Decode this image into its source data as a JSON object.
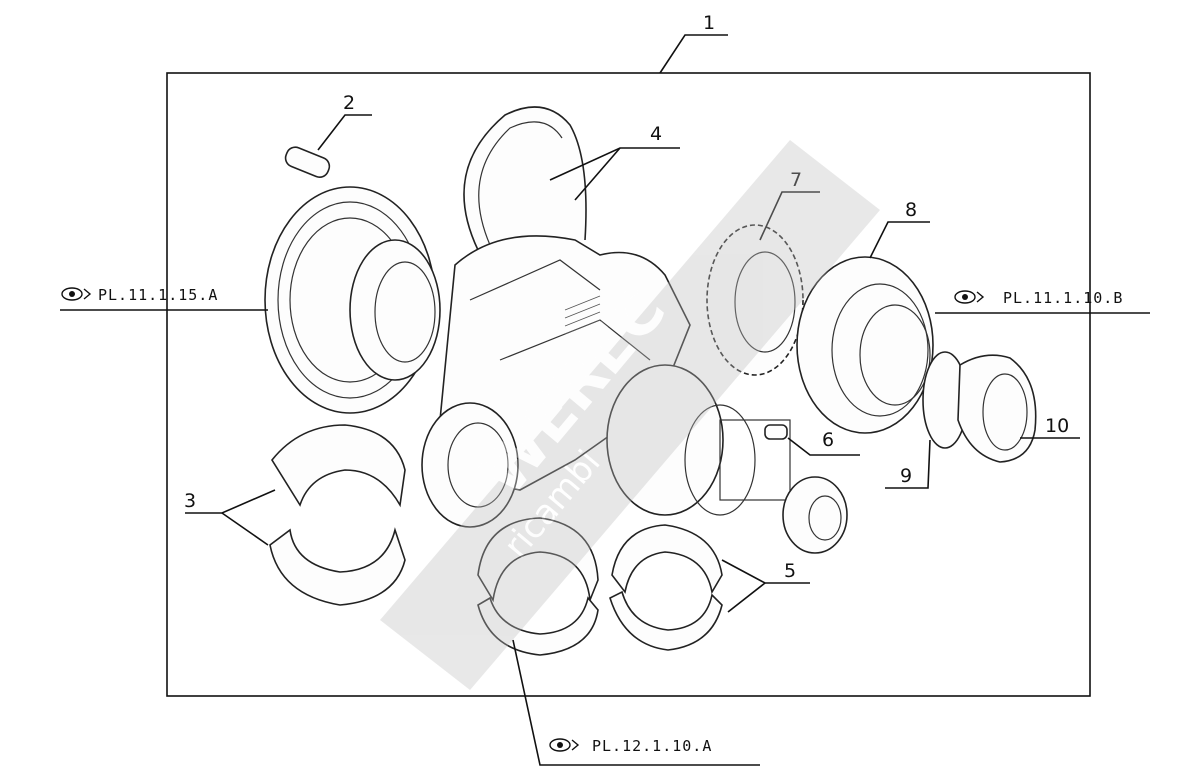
{
  "callouts": [
    "1",
    "2",
    "3",
    "4",
    "5",
    "6",
    "7",
    "8",
    "9",
    "10"
  ],
  "refs": {
    "left": "PL.11.1.15.A",
    "right": "PL.11.1.10.B",
    "bottom": "PL.12.1.10.A"
  },
  "watermark": {
    "text": "WEREC",
    "subtext": "ricambi"
  },
  "icons": [
    "eye-icon"
  ],
  "colors": {
    "line": "#111111",
    "watermark": "#bdbdbd"
  }
}
